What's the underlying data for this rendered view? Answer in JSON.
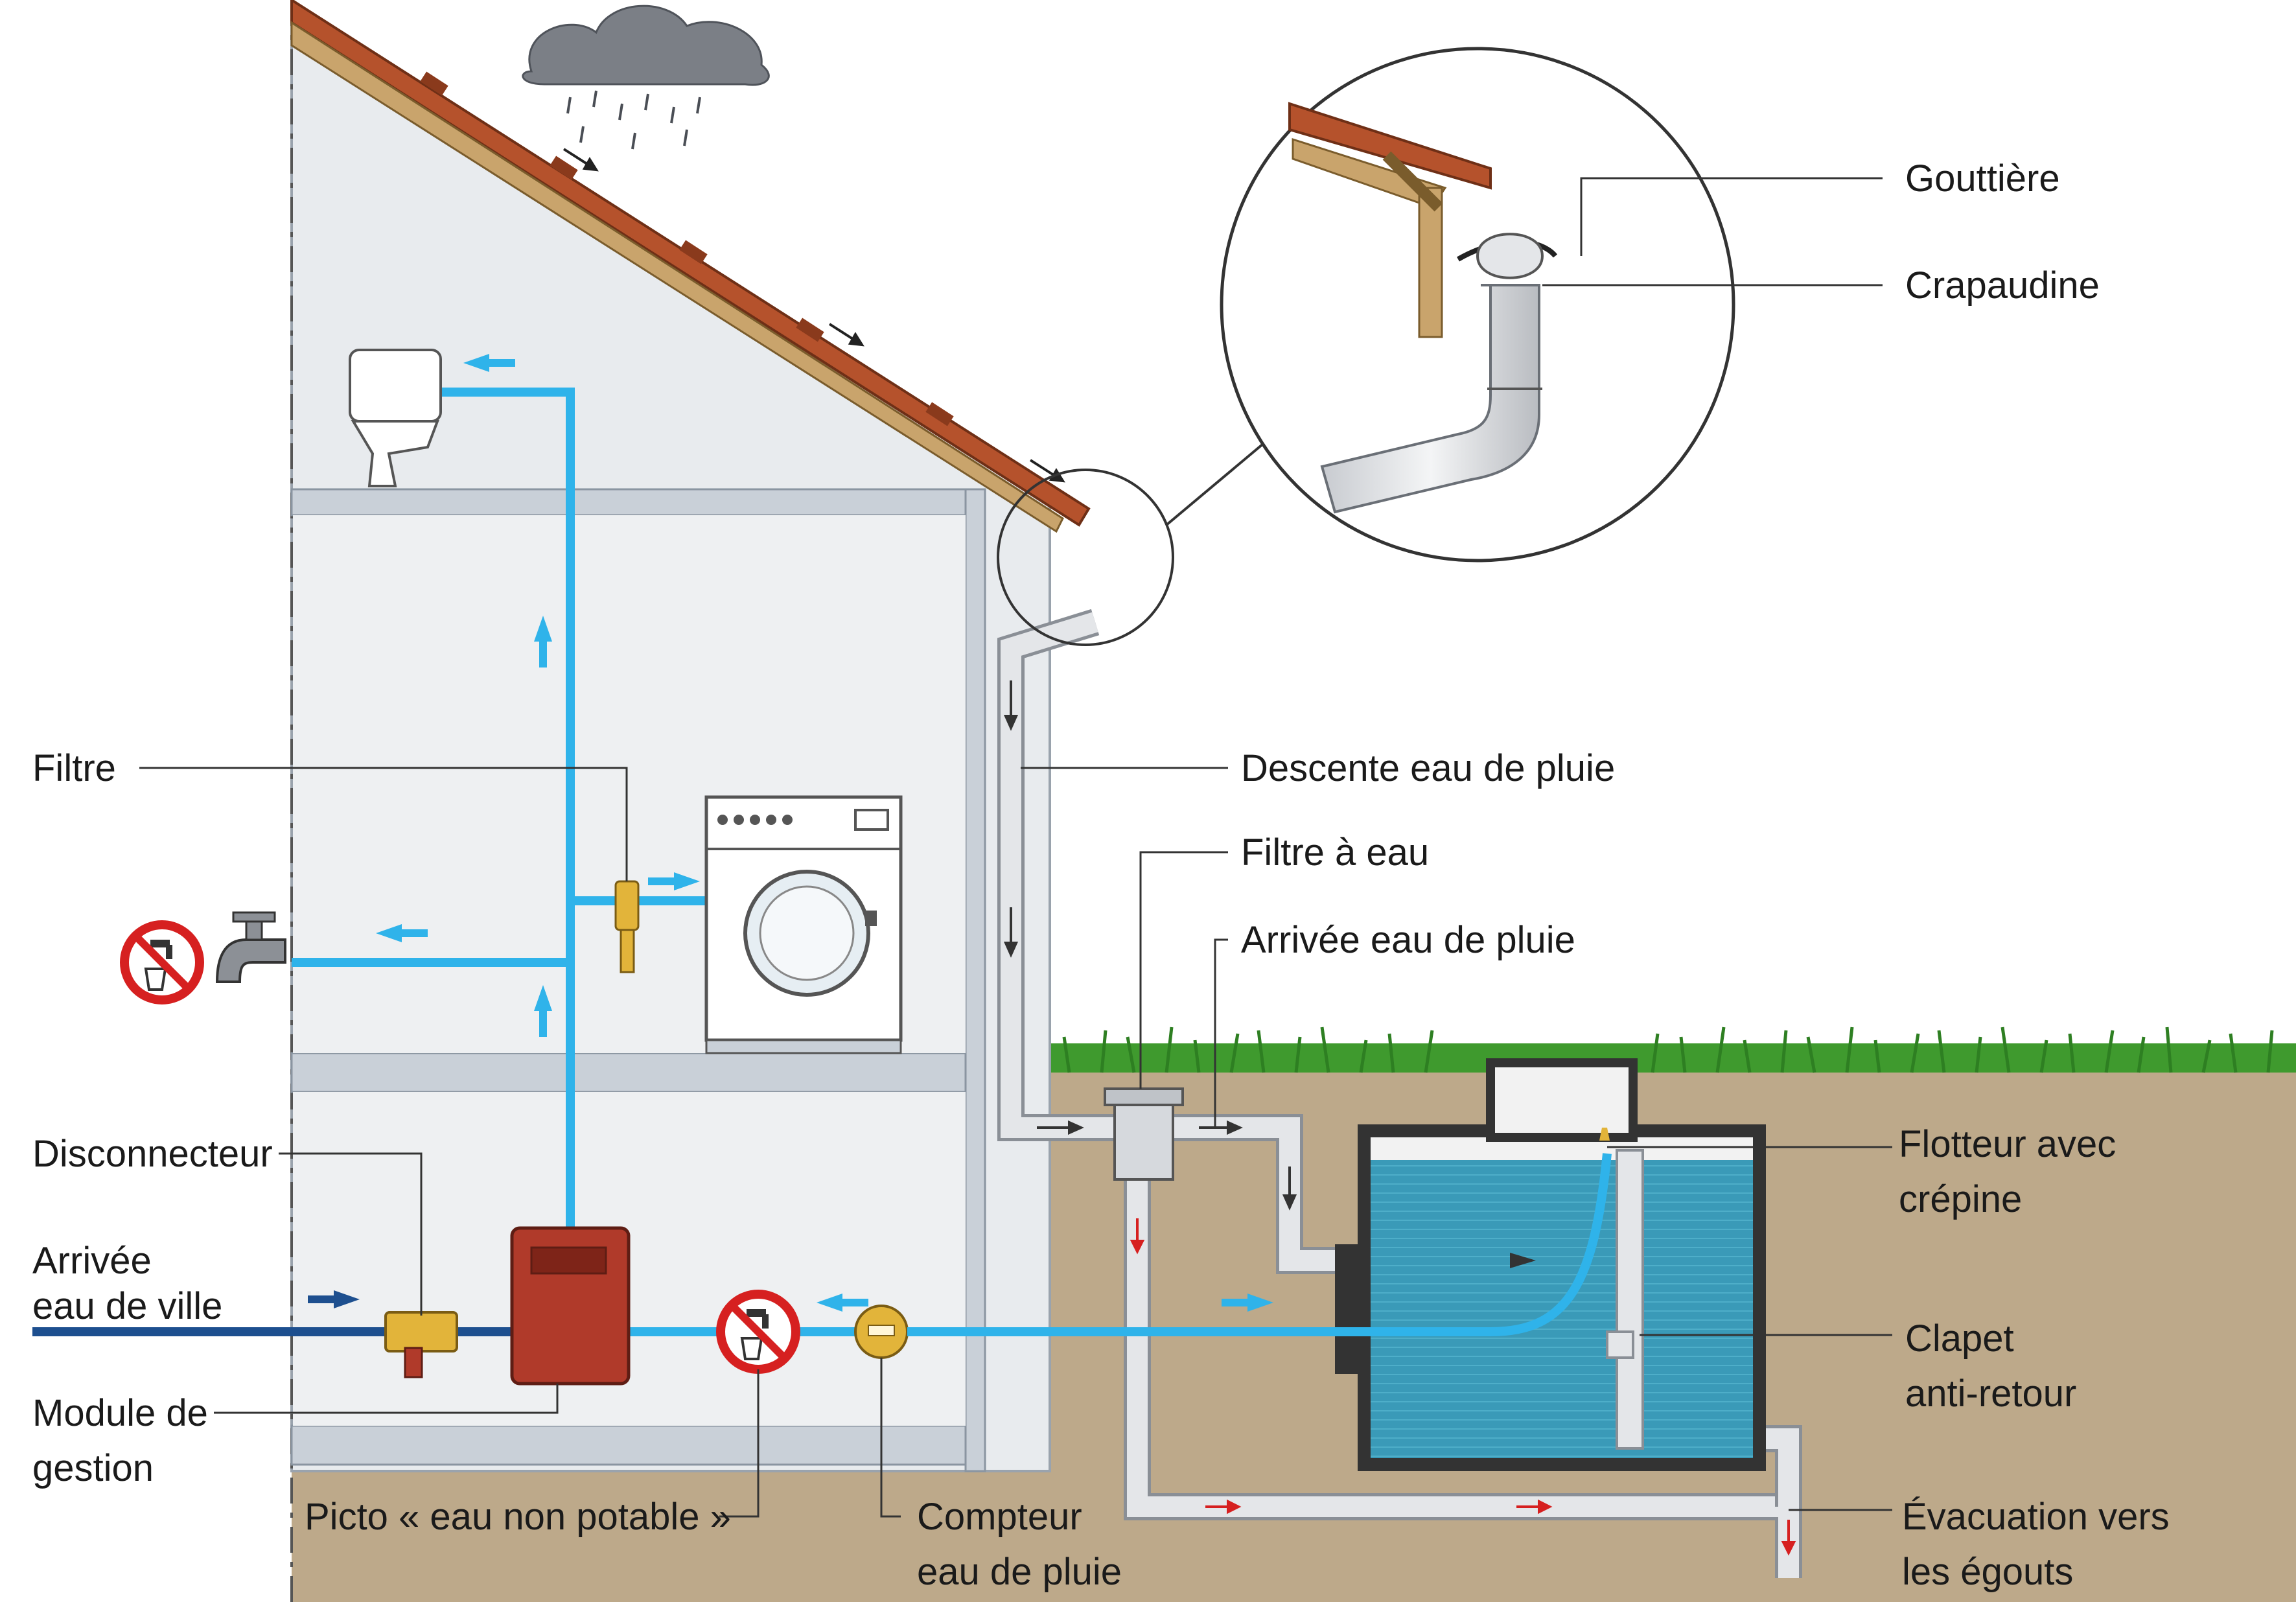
{
  "labels": {
    "gouttiere": "Gouttière",
    "crapaudine": "Crapaudine",
    "descente": "Descente eau de pluie",
    "filtre_eau": "Filtre à eau",
    "arrivee_pluie": "Arrivée eau de pluie",
    "flotteur_1": "Flotteur avec",
    "flotteur_2": "crépine",
    "clapet_1": "Clapet",
    "clapet_2": "anti-retour",
    "evacuation_1": "Évacuation vers",
    "evacuation_2": "les égouts",
    "compteur_1": "Compteur",
    "compteur_2": "eau de pluie",
    "picto": "Picto « eau non potable »",
    "module_1": "Module de",
    "module_2": "gestion",
    "arrivee_ville_1": "Arrivée",
    "arrivee_ville_2": "eau de ville",
    "disconnecteur": "Disconnecteur",
    "filtre": "Filtre"
  },
  "colors": {
    "rain_water": "#2fb3ea",
    "city_water": "#1d4f8f",
    "soil": "#bda98a",
    "grass": "#3f9a2e",
    "tank_water": "#3a9ab8",
    "roof": "#b5522c",
    "wall": "#e8ebee",
    "module": "#b03a2a"
  },
  "icons": {
    "no_drink": "no-drinking-water-icon",
    "tap": "tap-icon",
    "washing_machine": "washing-machine-icon",
    "toilet": "toilet-icon",
    "cloud": "rain-cloud-icon"
  }
}
